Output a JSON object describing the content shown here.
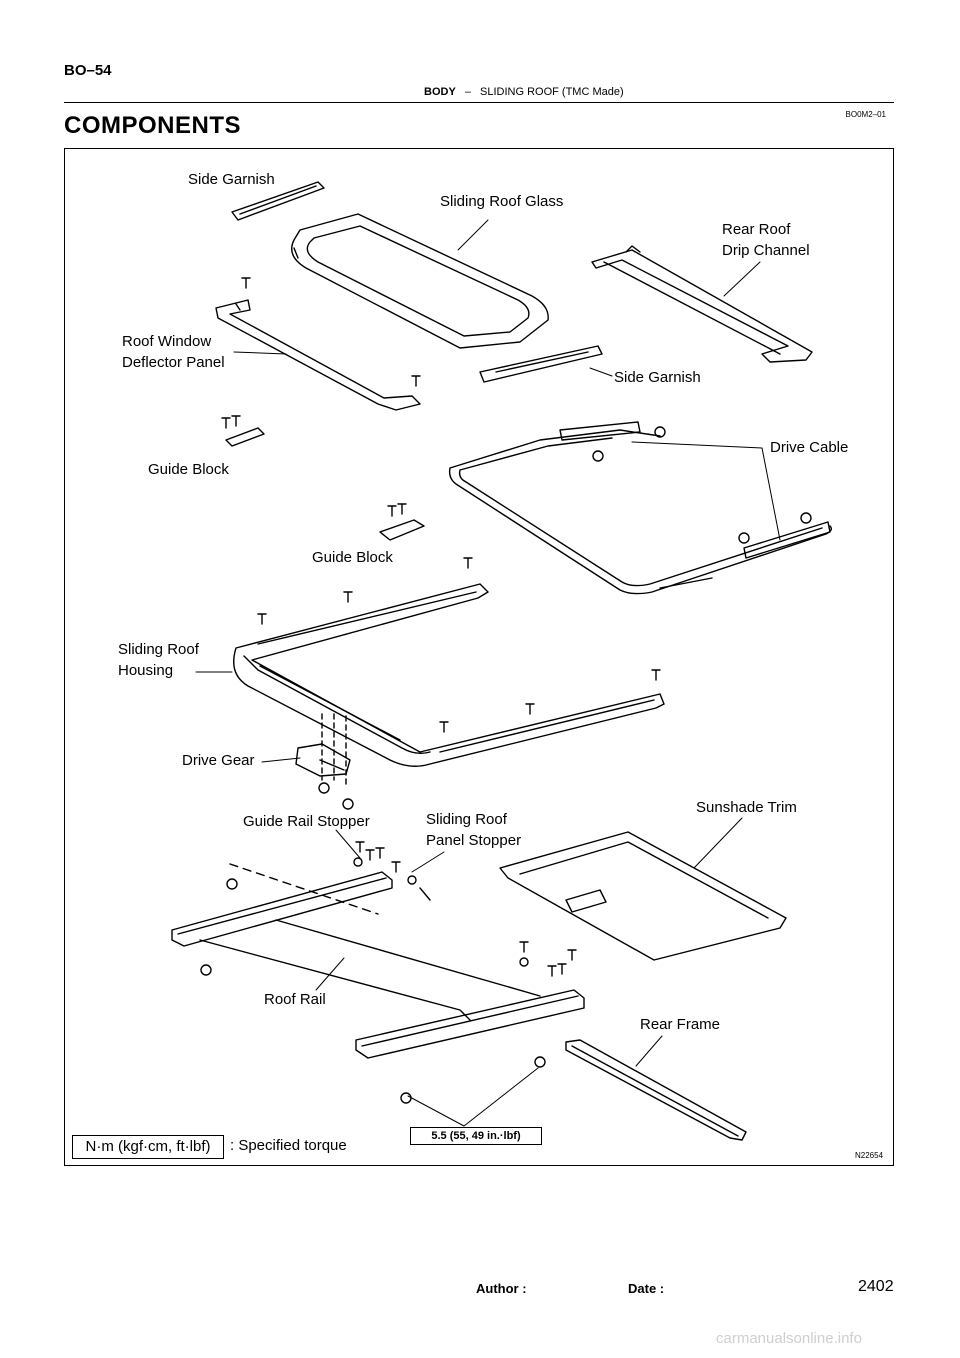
{
  "header": {
    "section_code": "BO–54",
    "chapter": "BODY",
    "separator": "–",
    "subtitle": "SLIDING ROOF (TMC Made)",
    "doc_code": "BO0M2–01"
  },
  "title": "COMPONENTS",
  "labels": {
    "side_garnish_top": "Side Garnish",
    "sliding_roof_glass": "Sliding Roof Glass",
    "rear_roof_drip_channel_l1": "Rear Roof",
    "rear_roof_drip_channel_l2": "Drip Channel",
    "roof_window_deflector_l1": "Roof Window",
    "roof_window_deflector_l2": "Deflector Panel",
    "side_garnish_right": "Side Garnish",
    "drive_cable": "Drive Cable",
    "guide_block_1": "Guide Block",
    "guide_block_2": "Guide Block",
    "sliding_roof_housing_l1": "Sliding Roof",
    "sliding_roof_housing_l2": "Housing",
    "drive_gear": "Drive Gear",
    "guide_rail_stopper": "Guide Rail Stopper",
    "panel_stopper_l1": "Sliding Roof",
    "panel_stopper_l2": "Panel Stopper",
    "sunshade_trim": "Sunshade Trim",
    "roof_rail": "Roof Rail",
    "rear_frame": "Rear Frame"
  },
  "legend": {
    "unit_box": "N·m (kgf·cm, ft·lbf)",
    "unit_text": ": Specified torque"
  },
  "torque_value": "5.5 (55, 49 in.·lbf)",
  "figure_code": "N22654",
  "footer": {
    "author_label": "Author :",
    "date_label": "Date :",
    "page_number": "2402",
    "watermark": "carmanualsonline.info"
  }
}
